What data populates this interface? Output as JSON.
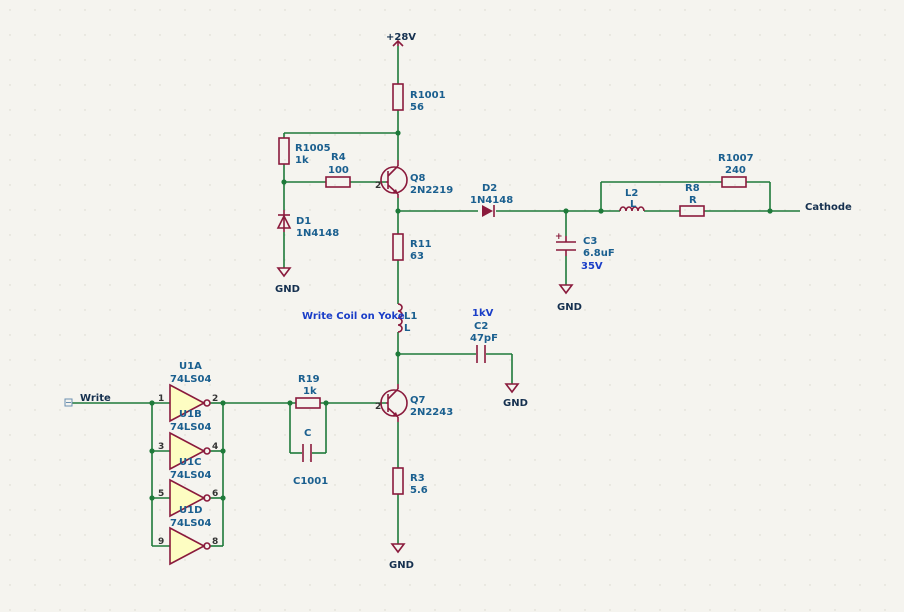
{
  "net_labels": {
    "supply": "+28V",
    "cathode": "Cathode",
    "write": "Write",
    "gnd": "GND"
  },
  "note": "Write Coil on Yoke",
  "components": {
    "R1001": {
      "ref": "R1001",
      "value": "56"
    },
    "R1005": {
      "ref": "R1005",
      "value": "1k"
    },
    "R4": {
      "ref": "R4",
      "value": "100"
    },
    "Q8": {
      "ref": "Q8",
      "value": "2N2219"
    },
    "D1": {
      "ref": "D1",
      "value": "1N4148"
    },
    "D2": {
      "ref": "D2",
      "value": "1N4148"
    },
    "R1007": {
      "ref": "R1007",
      "value": "240"
    },
    "L2": {
      "ref": "L2",
      "value": "L"
    },
    "R8": {
      "ref": "R8",
      "value": "R"
    },
    "C3": {
      "ref": "C3",
      "value": "6.8uF",
      "rating": "35V"
    },
    "R11": {
      "ref": "R11",
      "value": "63"
    },
    "L1": {
      "ref": "L1",
      "value": "L"
    },
    "C2": {
      "ref": "C2",
      "value": "47pF",
      "rating": "1kV"
    },
    "Q7": {
      "ref": "Q7",
      "value": "2N2243"
    },
    "R19": {
      "ref": "R19",
      "value": "1k"
    },
    "C1001": {
      "ref": "C1001",
      "value": "C"
    },
    "R3": {
      "ref": "R3",
      "value": "5.6"
    },
    "U1A": {
      "ref": "U1A",
      "value": "74LS04"
    },
    "U1B": {
      "ref": "U1B",
      "value": "74LS04"
    },
    "U1C": {
      "ref": "U1C",
      "value": "74LS04"
    },
    "U1D": {
      "ref": "U1D",
      "value": "74LS04"
    }
  },
  "pins": {
    "p1": "1",
    "p2": "2",
    "p3": "3",
    "p4": "4",
    "p5": "5",
    "p6": "6",
    "p8": "8",
    "p9": "9",
    "q_base": "2"
  },
  "colors": {
    "wire": "#1e7a3a",
    "part": "#8a1a3c",
    "gate_fill": "#fdfdc2",
    "ref_text": "#1a5f8f",
    "note_text": "#1a3ec8",
    "background": "#f5f4ef"
  }
}
